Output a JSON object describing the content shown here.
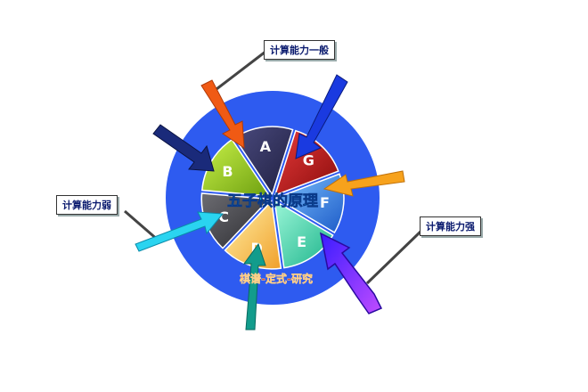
{
  "center_title": "五子棋的原理",
  "subtitle": "棋谱-定式-研究",
  "segments": [
    {
      "letter": "A",
      "color": "#2d2d5a"
    },
    {
      "letter": "G",
      "color": "#c41414"
    },
    {
      "letter": "F",
      "color": "#2f7fe6"
    },
    {
      "letter": "E",
      "color": "#3fd6a8"
    },
    {
      "letter": "D",
      "color": "#f6d96a"
    },
    {
      "letter": "C",
      "color": "#4a4a4e"
    },
    {
      "letter": "B",
      "color": "#9acd20"
    }
  ],
  "callouts": {
    "top": "计算能力一般",
    "left": "计算能力弱",
    "right": "计算能力强"
  },
  "colors": {
    "outer_ring": "#2e5bf0",
    "center_title": "#1ee7ff",
    "subtitle": "#e2572a"
  }
}
